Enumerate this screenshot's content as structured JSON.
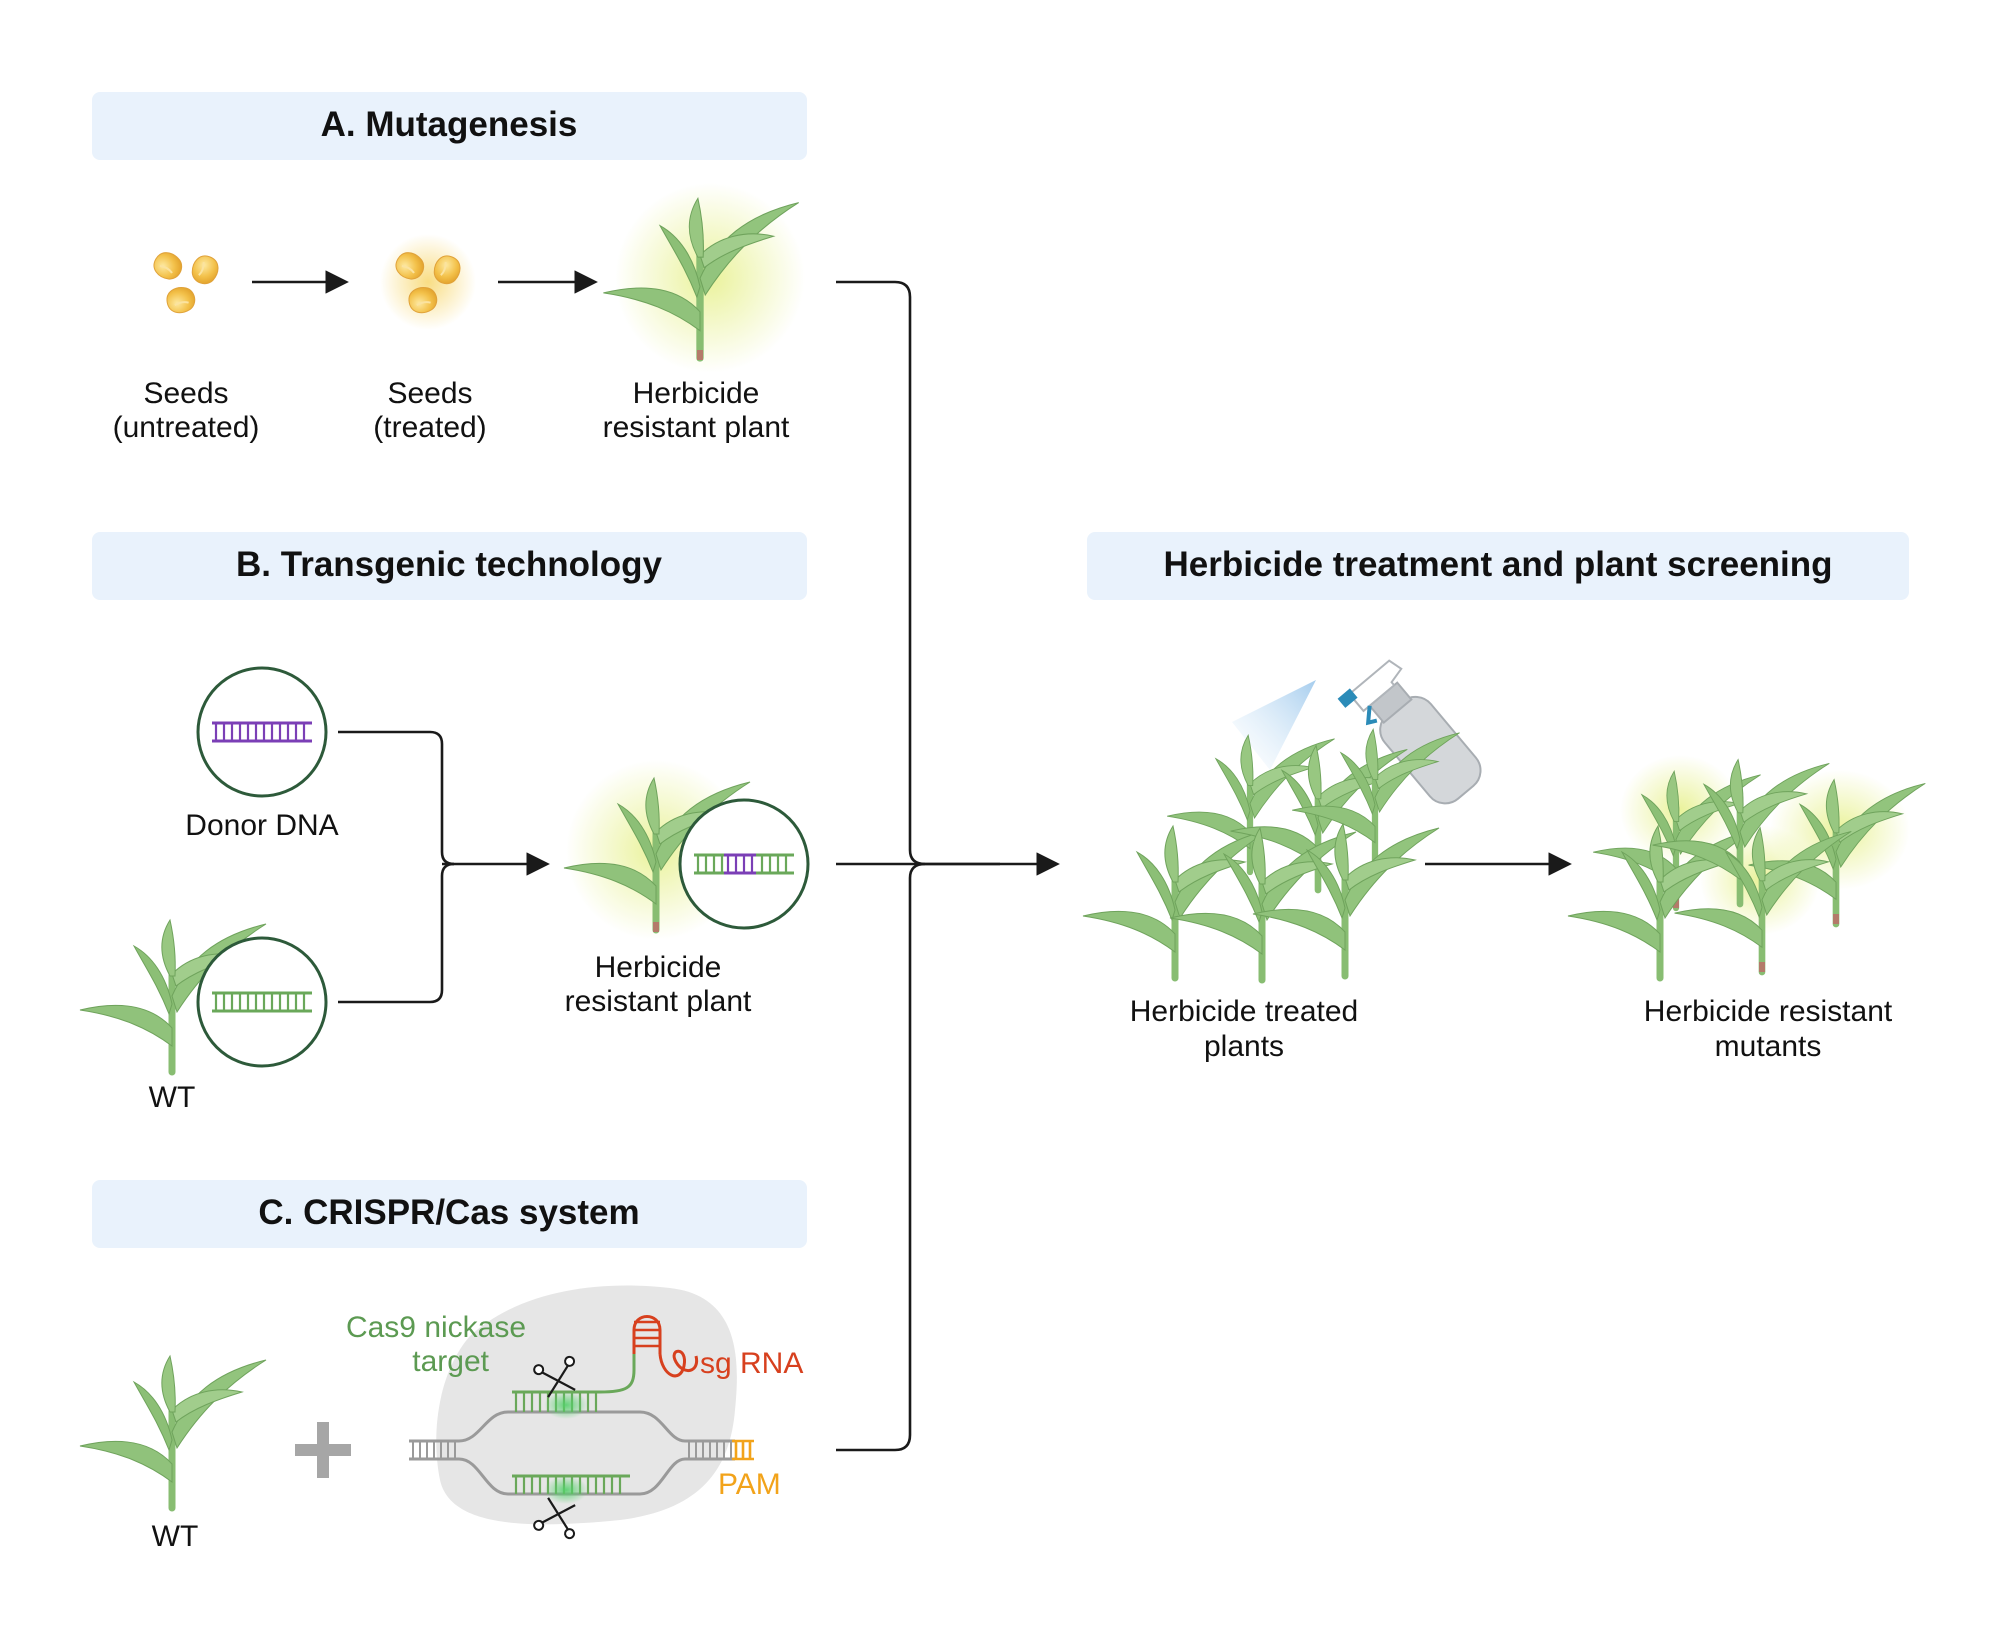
{
  "sections": {
    "mutagenesis": {
      "title": "A. Mutagenesis",
      "seeds_untreated": [
        "Seeds",
        "(untreated)"
      ],
      "seeds_treated": [
        "Seeds",
        "(treated)"
      ],
      "resistant_plant": [
        "Herbicide",
        "resistant plant"
      ]
    },
    "transgenic": {
      "title": "B. Transgenic technology",
      "donor_dna": "Donor DNA",
      "wt": "WT",
      "resistant_plant": [
        "Herbicide",
        "resistant plant"
      ]
    },
    "crispr": {
      "title": "C. CRISPR/Cas system",
      "wt": "WT",
      "cas9_target": [
        "Cas9 nickase",
        "target"
      ],
      "sgrna": "sg RNA",
      "pam": "PAM"
    },
    "screening": {
      "title": "Herbicide treatment and plant screening",
      "treated_plants": [
        "Herbicide treated",
        "plants"
      ],
      "resistant_mutants": [
        "Herbicide resistant",
        "mutants"
      ]
    }
  },
  "colors": {
    "header_bg": "#e9f2fc",
    "plant_green": "#8fc07a",
    "resistant_glow": "#d9e86a",
    "seed_yellow": "#f3c14a",
    "donor_dna_purple": "#7b3fb6",
    "dna_green": "#6aa85a",
    "sgrna_red": "#d7401e",
    "pam_orange": "#f2a31a"
  },
  "icons": [
    "seed-icon",
    "plant-icon",
    "dna-circle-icon",
    "scissors-icon",
    "spray-bottle-icon",
    "plus-icon"
  ]
}
